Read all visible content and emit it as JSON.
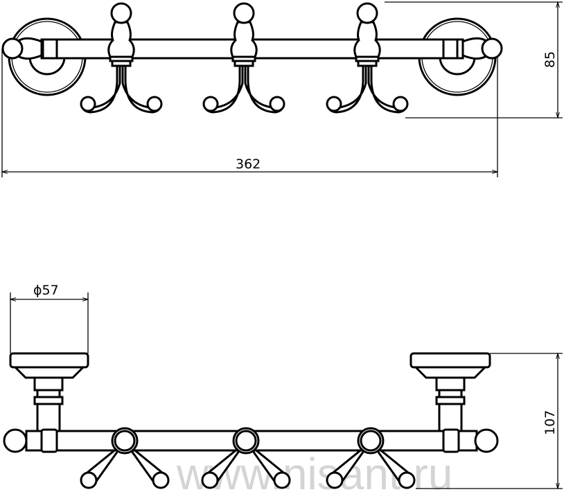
{
  "title": "Hook rail technical drawing",
  "dimensions": {
    "length": "362",
    "height_top": "85",
    "diameter": "ϕ57",
    "depth": "107"
  },
  "watermark": "www.nisant.ru",
  "colors": {
    "line": "#000000",
    "background": "#ffffff"
  }
}
